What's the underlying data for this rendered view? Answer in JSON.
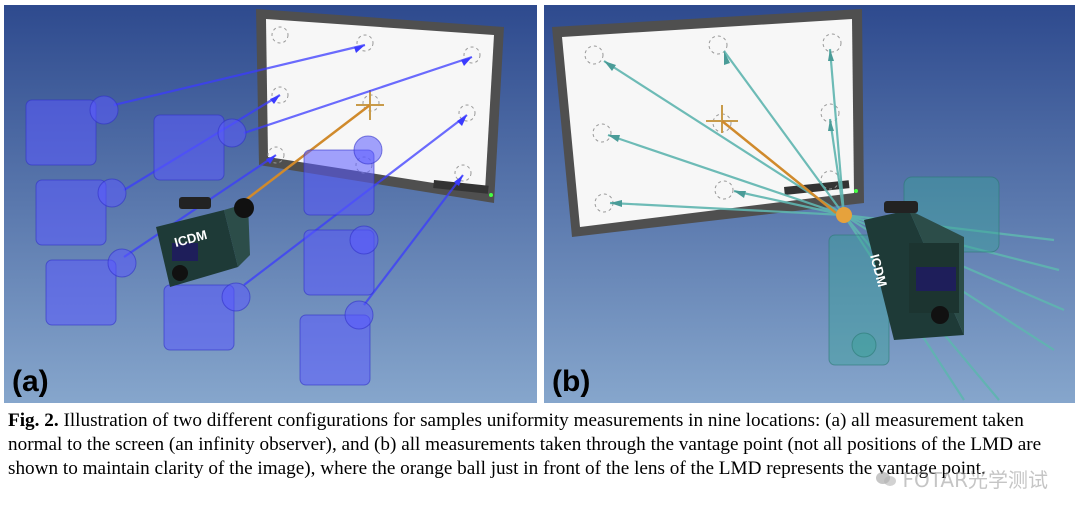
{
  "panels": [
    {
      "label": "(a)",
      "camera_label": "ICDM"
    },
    {
      "label": "(b)",
      "camera_label": "ICDM"
    }
  ],
  "caption": {
    "fig_label": "Fig. 2.",
    "text": " Illustration of two different configurations for samples uniformity measurements in nine locations: (a) all measurement taken normal to the screen (an infinity observer), and (b) all measurements taken through the vantage point (not all positions of the LMD are shown to maintain clarity of the image), where the orange ball just in front of the lens of the LMD represents the vantage point."
  },
  "watermark": {
    "text": "FOTAR光学测试"
  },
  "colors": {
    "background_top": "#2e4a8e",
    "background_bottom": "#7fa0c8",
    "beam_blue": "#3030ff",
    "beam_teal": "#5fb5b0",
    "vantage_orange": "#d08a2c",
    "screen": "#f7f7f7",
    "bezel": "#555555"
  }
}
